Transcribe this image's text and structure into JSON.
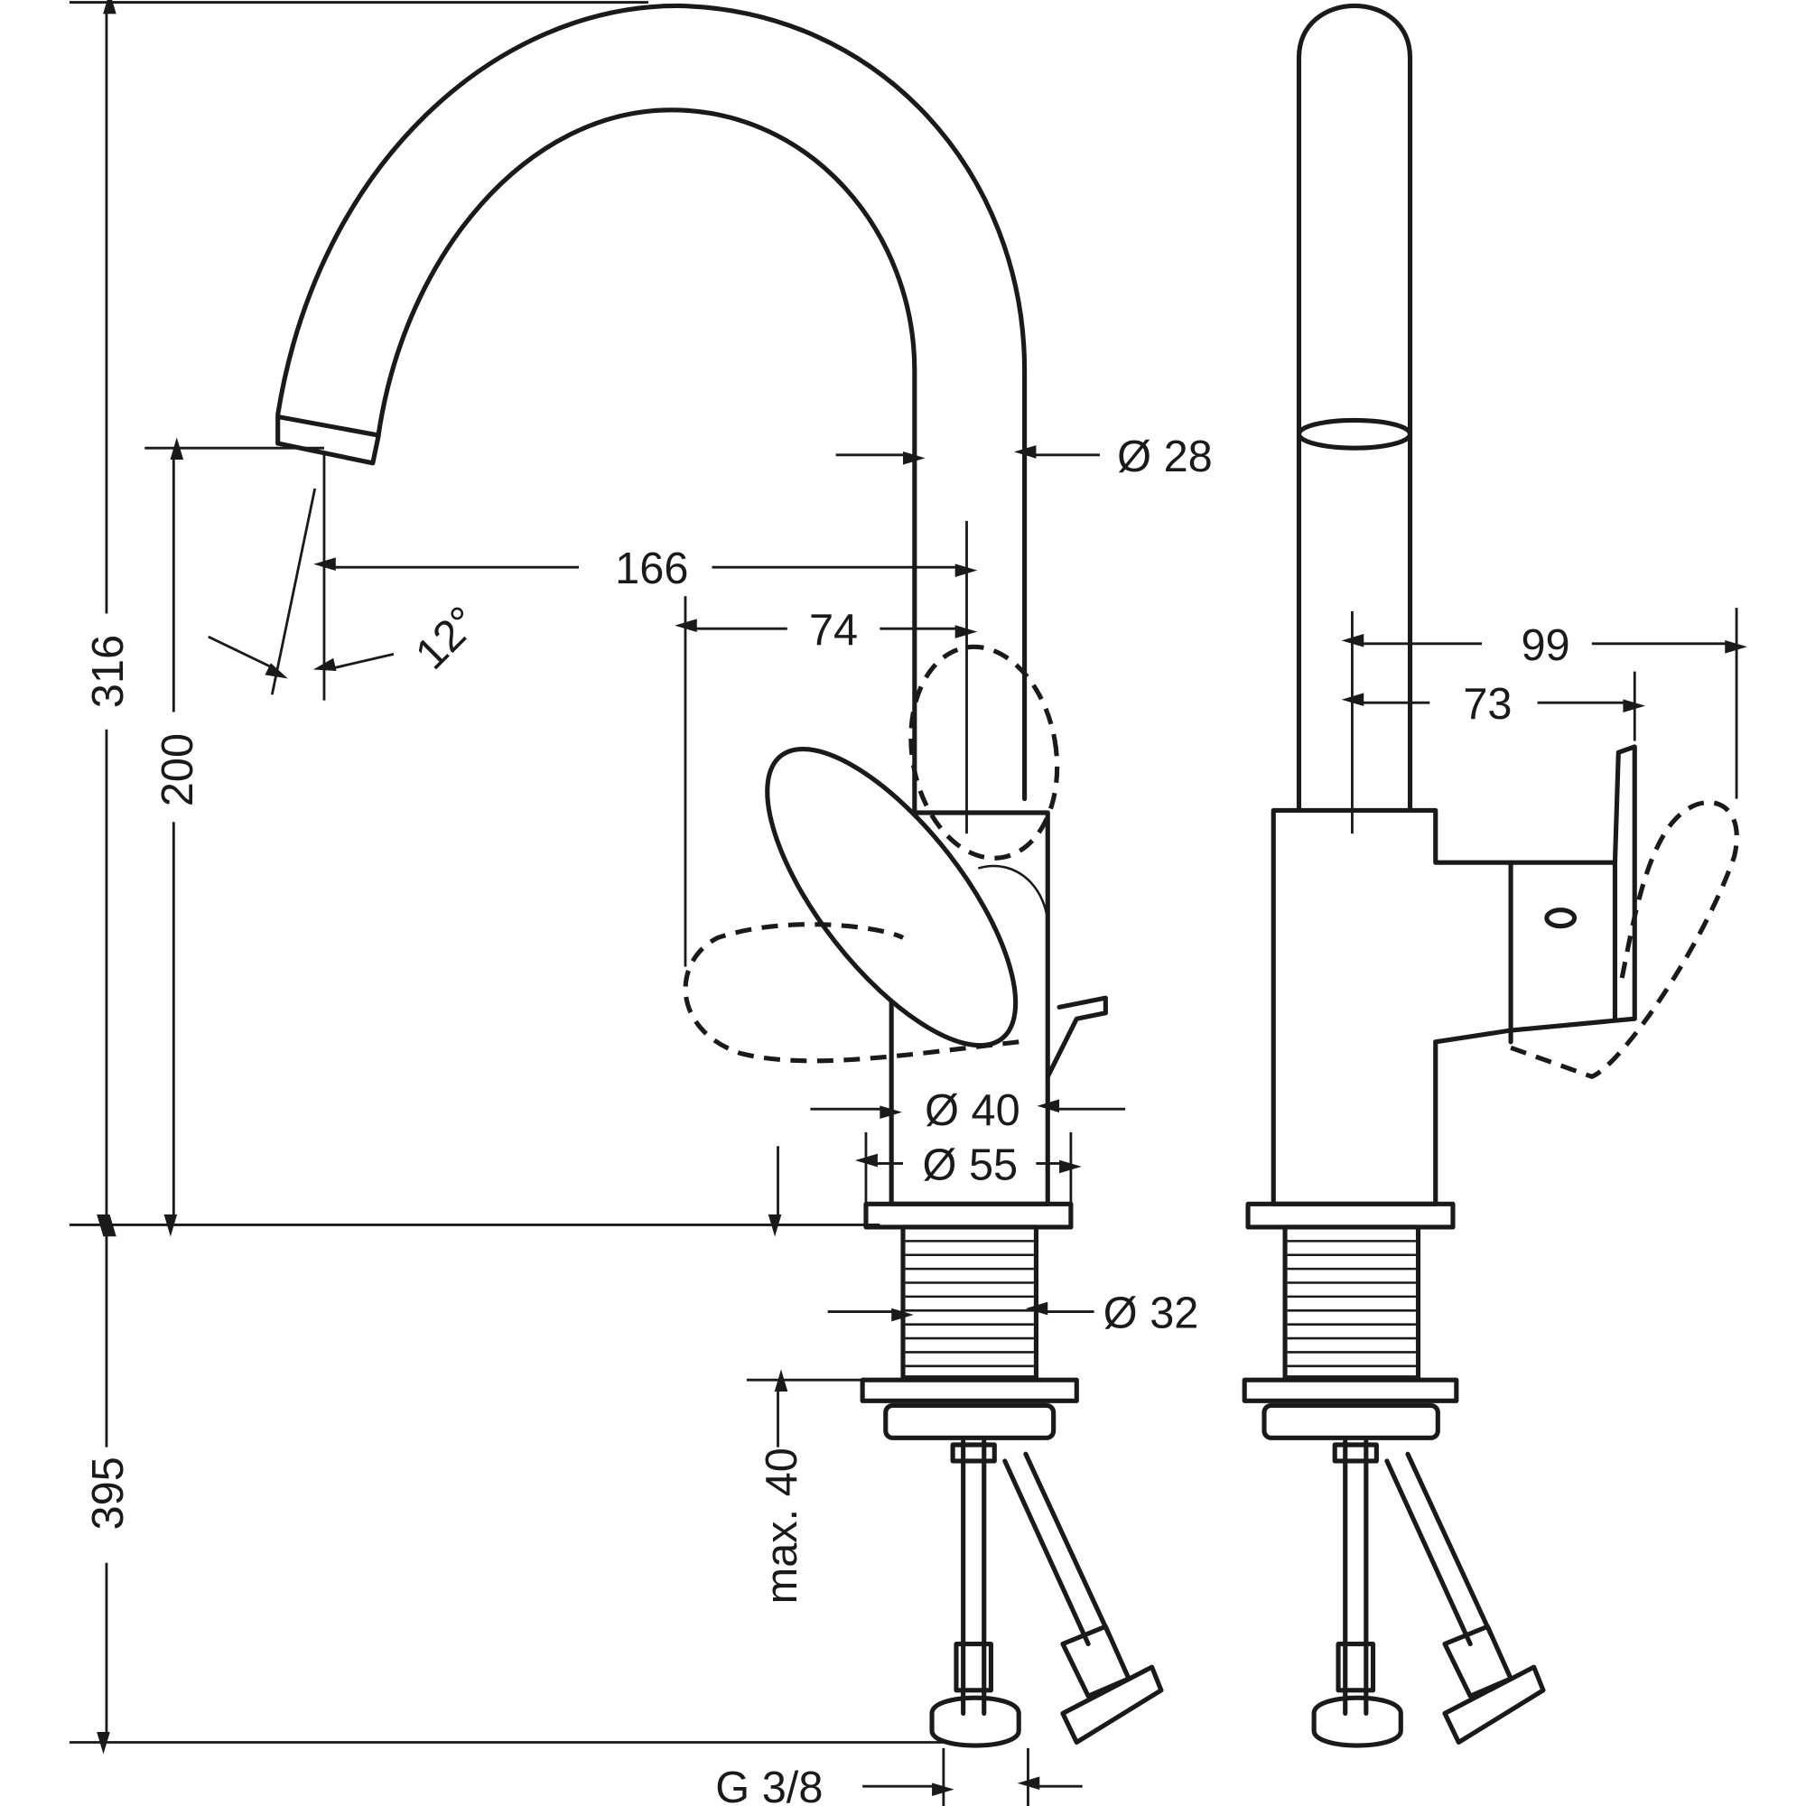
{
  "drawing": {
    "views": [
      "front-view",
      "side-view"
    ],
    "dimensions": {
      "total_height": "316",
      "spout_height": "200",
      "hose_length": "395",
      "spout_reach": "166",
      "handle_reach": "74",
      "spout_angle": "12°",
      "spout_diameter": "Ø 28",
      "body_diameter": "Ø 40",
      "base_diameter": "Ø 55",
      "thread_diameter": "Ø 32",
      "max_counter_thickness": "max. 40",
      "connection_thread": "G 3/8",
      "handle_depth_max": "99",
      "handle_depth": "73"
    },
    "colors": {
      "line": "#1a1a1a",
      "background": "#ffffff"
    }
  }
}
